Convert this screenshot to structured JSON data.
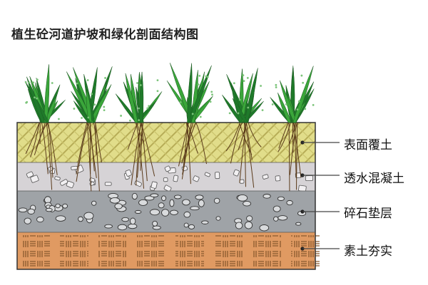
{
  "title": "植生砼河道护坡和绿化剖面结构图",
  "layers": [
    {
      "label": "表面覆土",
      "color": "#e1dd8a"
    },
    {
      "label": "透水混凝土",
      "color": "#d6d3d6"
    },
    {
      "label": "碎石垫层",
      "color": "#9fa3a7"
    },
    {
      "label": "素土夯实",
      "color": "#e09a62"
    }
  ],
  "colors": {
    "grass": "#3aa63a",
    "grass_dark": "#1f7a2a",
    "root": "#5a3a1a",
    "outline": "#333333",
    "leader_line": "#444444"
  }
}
